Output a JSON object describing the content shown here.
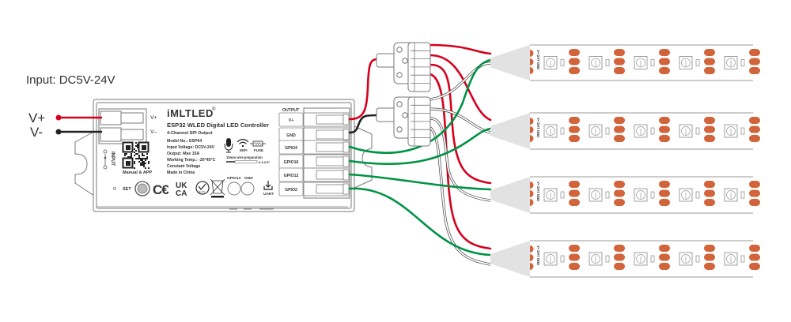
{
  "input_label": "Input: DC5V-24V",
  "input_terminals": [
    {
      "label": "V+",
      "wire_color": "#d6001c"
    },
    {
      "label": "V-",
      "wire_color": "#222222"
    }
  ],
  "controller": {
    "brand": "iMLTLED",
    "registered_mark": "®",
    "title": "ESP32 WLED Digital LED Controller",
    "subtitle": "4-Channel SPI Output",
    "specs": [
      "Model No.: ESP04",
      "Input Voltage: DC5V-24V",
      "Output: Max 15A",
      "Working Temp.: -20°45°C",
      "Constant Voltage",
      "Made in China"
    ],
    "input_side_labels": [
      "V+",
      "V–"
    ],
    "input_vertical_label": "INPUT",
    "qr_caption": "Manual & APP",
    "icons": [
      {
        "name": "microphone",
        "label": ""
      },
      {
        "name": "wifi",
        "label": "WIFI"
      },
      {
        "name": "fuse",
        "label": "FUSE"
      }
    ],
    "wire_prep": {
      "label": "10mm wire preparation",
      "gauge": "0.3-0.5²"
    },
    "set_label": "SET",
    "certifications": [
      "CE",
      "UKCA",
      "RoHS",
      "WEEE"
    ],
    "pin_labels": [
      "GPIO13",
      "GND"
    ],
    "uart_label": "UART",
    "output_header": "OUTPUT",
    "output_terminals": [
      "V+",
      "GND",
      "GPIO4",
      "GPIO16",
      "GPIO12",
      "GPIO2"
    ]
  },
  "wire_colors": {
    "power": "#d6001c",
    "ground": "#222222",
    "data": "#009245"
  },
  "led_strips": [
    {
      "pad_labels": [
        "V+",
        "DAT",
        "GND"
      ],
      "pad_color": "#d2643c"
    },
    {
      "pad_labels": [
        "V+",
        "DAT",
        "GND"
      ],
      "pad_color": "#d2643c"
    },
    {
      "pad_labels": [
        "V+",
        "DAT",
        "GND"
      ],
      "pad_color": "#d2643c"
    },
    {
      "pad_labels": [
        "V+",
        "DAT",
        "GND"
      ],
      "pad_color": "#d2643c"
    }
  ]
}
